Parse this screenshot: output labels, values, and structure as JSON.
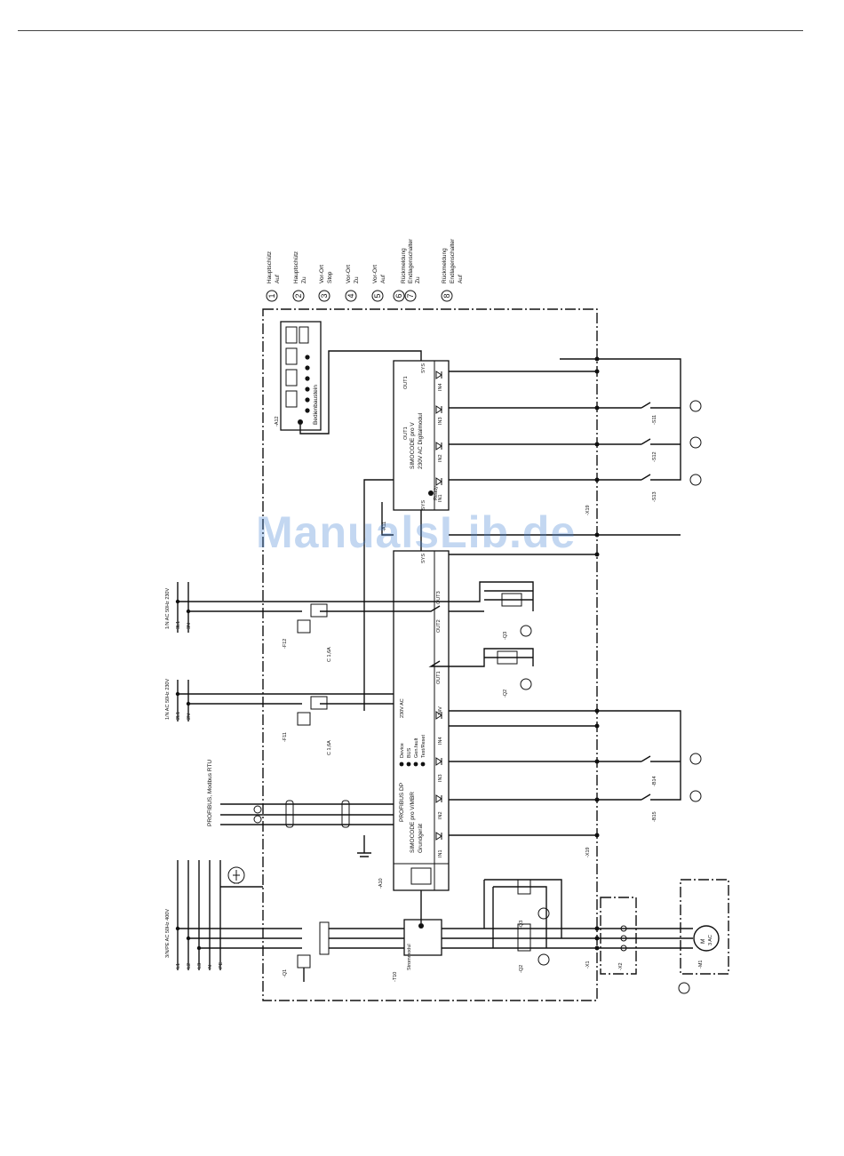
{
  "watermark": "ManualsLib.de",
  "legend": [
    {
      "num": "1",
      "lines": [
        "Hauptschütz",
        "Auf"
      ]
    },
    {
      "num": "2",
      "lines": [
        "Hauptschütz",
        "Zu"
      ]
    },
    {
      "num": "3",
      "lines": [
        "Vor-Ort",
        "Stop"
      ]
    },
    {
      "num": "4",
      "lines": [
        "Vor-Ort",
        "Zu"
      ]
    },
    {
      "num": "5",
      "lines": [
        "Vor-Ort",
        "Auf"
      ]
    },
    {
      "num": "6",
      "lines": [
        "Rückmeldung",
        "Endlagenschalter",
        "Zu"
      ]
    },
    {
      "num": "7",
      "lines": [
        "Rückmeldung",
        "Endlagenschalter",
        "Zu"
      ]
    },
    {
      "num": "8",
      "lines": [
        "Rückmeldung",
        "Endlagenschalter",
        "Auf"
      ]
    }
  ],
  "supplies": {
    "main": "3/N/PE AC 50Hz 400V",
    "main_phases": [
      "L1",
      "L2",
      "L3",
      "N",
      "PE"
    ],
    "ctrl1": "1/N AC 50Hz 230V",
    "ctrl1_lines": [
      "2L1",
      "2N"
    ],
    "ctrl2": "1/N AC 50Hz 230V",
    "ctrl2_lines": [
      "3L1",
      "3N"
    ],
    "profibus": "PROFIBUS, Modbus RTU"
  },
  "devices": {
    "basic_unit": [
      "SIMOCODE pro V/MBR",
      "Grundgerät",
      "PROFIBUS DP"
    ],
    "basic_unit_ref": "-A10",
    "basic_unit_voltage": "230V AC",
    "basic_unit_leds": [
      "Device",
      "BUS",
      "Gen.fault",
      "Test/Reset"
    ],
    "digital_module": [
      "SIMOCODE pro V",
      "230V AC Digitalmodul"
    ],
    "digital_module_ref": "-A11",
    "operator_panel": "Bedienbaustein",
    "operator_panel_ref": "-A12",
    "current_measuring": "Strommodul",
    "current_measuring_ref": "-T10",
    "motor": [
      "M",
      "3 AC"
    ],
    "motor_ref": "-M1",
    "fuse_f11": [
      "-F11",
      "C 1,6A"
    ],
    "fuse_f12": [
      "-F12",
      "C 1,6A"
    ],
    "breaker_q1": "-Q1",
    "contactor_q2": "-Q2",
    "contactor_q3": "-Q3",
    "switches": [
      "-S11",
      "-S12",
      "-S13",
      "-B14",
      "-B15"
    ],
    "terminals": [
      "-X1",
      "-X2",
      "-X19",
      "-X19"
    ],
    "ready": "Ready"
  },
  "ports": {
    "in": [
      "IN1",
      "IN2",
      "IN3",
      "IN4"
    ],
    "out": [
      "OUT1",
      "OUT2",
      "OUT3"
    ],
    "sys": "SYS",
    "io_24v": "24V"
  }
}
